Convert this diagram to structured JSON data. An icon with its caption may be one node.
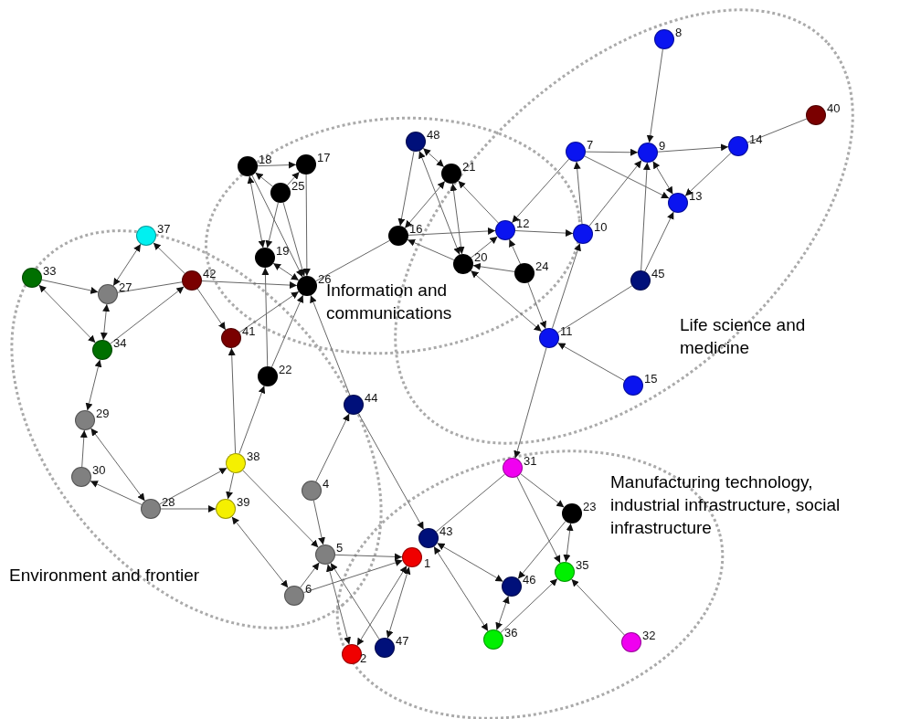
{
  "diagram": {
    "nodes": [
      {
        "text": [],
        "shape": "circle",
        "beside": [
          "8"
        ]
      },
      {
        "text": [],
        "shape": "circle",
        "beside": [
          "40"
        ]
      },
      {
        "text": [],
        "shape": "circle",
        "beside": [
          "48"
        ]
      },
      {
        "text": [],
        "shape": "circle",
        "beside": [
          "14"
        ]
      },
      {
        "text": [],
        "shape": "circle",
        "beside": [
          "7"
        ]
      },
      {
        "text": [],
        "shape": "circle",
        "beside": [
          "9"
        ]
      },
      {
        "text": [],
        "shape": "circle",
        "beside": [
          "17"
        ]
      },
      {
        "text": [],
        "shape": "circle",
        "beside": [
          "18"
        ]
      },
      {
        "text": [],
        "shape": "circle",
        "beside": [
          "21"
        ]
      },
      {
        "text": [],
        "shape": "circle",
        "beside": [
          "25"
        ]
      },
      {
        "text": [],
        "shape": "circle",
        "beside": [
          "13"
        ]
      },
      {
        "text": [],
        "shape": "circle",
        "beside": [
          "12"
        ]
      },
      {
        "text": [],
        "shape": "circle",
        "beside": [
          "10"
        ]
      },
      {
        "text": [],
        "shape": "circle",
        "beside": [
          "16"
        ]
      },
      {
        "text": [],
        "shape": "circle",
        "beside": [
          "37"
        ]
      },
      {
        "text": [],
        "shape": "circle",
        "beside": [
          "19"
        ]
      },
      {
        "text": [],
        "shape": "circle",
        "beside": [
          "20"
        ]
      },
      {
        "text": [],
        "shape": "circle",
        "beside": [
          "24"
        ]
      },
      {
        "text": [],
        "shape": "circle",
        "beside": [
          "33"
        ]
      },
      {
        "text": [],
        "shape": "circle",
        "beside": [
          "42"
        ]
      },
      {
        "text": [],
        "shape": "circle",
        "beside": [
          "45"
        ]
      },
      {
        "text": [],
        "shape": "circle",
        "beside": [
          "26"
        ]
      },
      {
        "text": [],
        "shape": "circle",
        "beside": [
          "27"
        ]
      },
      {
        "text": [],
        "shape": "circle",
        "beside": [
          "41"
        ]
      },
      {
        "text": [],
        "shape": "circle",
        "beside": [
          "11"
        ]
      },
      {
        "text": [],
        "shape": "circle",
        "beside": [
          "34"
        ]
      },
      {
        "text": [],
        "shape": "circle",
        "beside": [
          "22"
        ]
      },
      {
        "text": [],
        "shape": "circle",
        "beside": [
          "15"
        ]
      },
      {
        "text": [],
        "shape": "circle",
        "beside": [
          "44"
        ]
      },
      {
        "text": [],
        "shape": "circle",
        "beside": [
          "29"
        ]
      },
      {
        "text": [],
        "shape": "circle",
        "beside": [
          "38"
        ]
      },
      {
        "text": [],
        "shape": "circle",
        "beside": [
          "31"
        ]
      },
      {
        "text": [],
        "shape": "circle",
        "beside": [
          "30"
        ]
      },
      {
        "text": [],
        "shape": "circle",
        "beside": [
          "4"
        ]
      },
      {
        "text": [],
        "shape": "circle",
        "beside": [
          "28"
        ]
      },
      {
        "text": [],
        "shape": "circle",
        "beside": [
          "39"
        ]
      },
      {
        "text": [],
        "shape": "circle",
        "beside": [
          "23"
        ]
      },
      {
        "text": [],
        "shape": "circle",
        "beside": [
          "43"
        ]
      },
      {
        "text": [],
        "shape": "circle",
        "beside": [
          "5"
        ]
      },
      {
        "text": [],
        "shape": "circle",
        "beside": [
          "1"
        ]
      },
      {
        "text": [],
        "shape": "circle",
        "beside": [
          "35"
        ]
      },
      {
        "text": [],
        "shape": "circle",
        "beside": [
          "46"
        ]
      },
      {
        "text": [],
        "shape": "circle",
        "beside": [
          "6"
        ]
      },
      {
        "text": [],
        "shape": "circle",
        "beside": [
          "36"
        ]
      },
      {
        "text": [],
        "shape": "circle",
        "beside": [
          "32"
        ]
      },
      {
        "text": [],
        "shape": "circle",
        "beside": [
          "47"
        ]
      },
      {
        "text": [],
        "shape": "circle",
        "beside": [
          "2"
        ]
      }
    ],
    "edges": [
      {
        "from": 18,
        "to": 22,
        "arrow": "to"
      },
      {
        "from": 18,
        "to": 25,
        "arrow": "both"
      },
      {
        "from": 14,
        "to": 22,
        "arrow": "both"
      },
      {
        "from": 19,
        "to": 14,
        "arrow": "to"
      },
      {
        "from": 22,
        "to": 19,
        "arrow": "none"
      },
      {
        "from": 22,
        "to": 25,
        "arrow": "both"
      },
      {
        "from": 25,
        "to": 19,
        "arrow": "to"
      },
      {
        "from": 19,
        "to": 23,
        "arrow": "to"
      },
      {
        "from": 19,
        "to": 21,
        "arrow": "to"
      },
      {
        "from": 25,
        "to": 29,
        "arrow": "both"
      },
      {
        "from": 32,
        "to": 29,
        "arrow": "to"
      },
      {
        "from": 29,
        "to": 34,
        "arrow": "both"
      },
      {
        "from": 34,
        "to": 32,
        "arrow": "to"
      },
      {
        "from": 34,
        "to": 30,
        "arrow": "to"
      },
      {
        "from": 34,
        "to": 35,
        "arrow": "to"
      },
      {
        "from": 30,
        "to": 23,
        "arrow": "to"
      },
      {
        "from": 30,
        "to": 26,
        "arrow": "to"
      },
      {
        "from": 30,
        "to": 35,
        "arrow": "to"
      },
      {
        "from": 30,
        "to": 38,
        "arrow": "to"
      },
      {
        "from": 35,
        "to": 42,
        "arrow": "both"
      },
      {
        "from": 42,
        "to": 38,
        "arrow": "to"
      },
      {
        "from": 42,
        "to": 39,
        "arrow": "to"
      },
      {
        "from": 33,
        "to": 28,
        "arrow": "to"
      },
      {
        "from": 33,
        "to": 38,
        "arrow": "to"
      },
      {
        "from": 38,
        "to": 39,
        "arrow": "to"
      },
      {
        "from": 38,
        "to": 46,
        "arrow": "both"
      },
      {
        "from": 45,
        "to": 38,
        "arrow": "to"
      },
      {
        "from": 39,
        "to": 46,
        "arrow": "both"
      },
      {
        "from": 39,
        "to": 45,
        "arrow": "both"
      },
      {
        "from": 28,
        "to": 37,
        "arrow": "to"
      },
      {
        "from": 28,
        "to": 21,
        "arrow": "to"
      },
      {
        "from": 37,
        "to": 43,
        "arrow": "both"
      },
      {
        "from": 37,
        "to": 41,
        "arrow": "both"
      },
      {
        "from": 31,
        "to": 37,
        "arrow": "none"
      },
      {
        "from": 31,
        "to": 36,
        "arrow": "to"
      },
      {
        "from": 31,
        "to": 40,
        "arrow": "to"
      },
      {
        "from": 36,
        "to": 40,
        "arrow": "both"
      },
      {
        "from": 36,
        "to": 41,
        "arrow": "to"
      },
      {
        "from": 43,
        "to": 41,
        "arrow": "both"
      },
      {
        "from": 43,
        "to": 40,
        "arrow": "to"
      },
      {
        "from": 44,
        "to": 40,
        "arrow": "to"
      },
      {
        "from": 24,
        "to": 31,
        "arrow": "to"
      },
      {
        "from": 27,
        "to": 24,
        "arrow": "to"
      },
      {
        "from": 20,
        "to": 24,
        "arrow": "none"
      },
      {
        "from": 24,
        "to": 12,
        "arrow": "to"
      },
      {
        "from": 16,
        "to": 24,
        "arrow": "both"
      },
      {
        "from": 17,
        "to": 24,
        "arrow": "to"
      },
      {
        "from": 17,
        "to": 11,
        "arrow": "to"
      },
      {
        "from": 17,
        "to": 16,
        "arrow": "to"
      },
      {
        "from": 16,
        "to": 11,
        "arrow": "to"
      },
      {
        "from": 11,
        "to": 8,
        "arrow": "to"
      },
      {
        "from": 13,
        "to": 11,
        "arrow": "to"
      },
      {
        "from": 11,
        "to": 12,
        "arrow": "to"
      },
      {
        "from": 4,
        "to": 11,
        "arrow": "to"
      },
      {
        "from": 12,
        "to": 4,
        "arrow": "to"
      },
      {
        "from": 12,
        "to": 5,
        "arrow": "to"
      },
      {
        "from": 4,
        "to": 5,
        "arrow": "to"
      },
      {
        "from": 4,
        "to": 10,
        "arrow": "to"
      },
      {
        "from": 5,
        "to": 10,
        "arrow": "both"
      },
      {
        "from": 0,
        "to": 5,
        "arrow": "to"
      },
      {
        "from": 5,
        "to": 3,
        "arrow": "to"
      },
      {
        "from": 3,
        "to": 10,
        "arrow": "to"
      },
      {
        "from": 1,
        "to": 3,
        "arrow": "none"
      },
      {
        "from": 20,
        "to": 5,
        "arrow": "to"
      },
      {
        "from": 20,
        "to": 10,
        "arrow": "to"
      },
      {
        "from": 2,
        "to": 8,
        "arrow": "both"
      },
      {
        "from": 2,
        "to": 13,
        "arrow": "to"
      },
      {
        "from": 2,
        "to": 16,
        "arrow": "both"
      },
      {
        "from": 8,
        "to": 16,
        "arrow": "both"
      },
      {
        "from": 8,
        "to": 13,
        "arrow": "both"
      },
      {
        "from": 16,
        "to": 13,
        "arrow": "to"
      },
      {
        "from": 13,
        "to": 21,
        "arrow": "none"
      },
      {
        "from": 7,
        "to": 6,
        "arrow": "to"
      },
      {
        "from": 9,
        "to": 6,
        "arrow": "to"
      },
      {
        "from": 9,
        "to": 7,
        "arrow": "to"
      },
      {
        "from": 7,
        "to": 15,
        "arrow": "both"
      },
      {
        "from": 7,
        "to": 21,
        "arrow": "to"
      },
      {
        "from": 9,
        "to": 15,
        "arrow": "to"
      },
      {
        "from": 9,
        "to": 21,
        "arrow": "to"
      },
      {
        "from": 6,
        "to": 21,
        "arrow": "to"
      },
      {
        "from": 15,
        "to": 21,
        "arrow": "both"
      },
      {
        "from": 26,
        "to": 15,
        "arrow": "to"
      },
      {
        "from": 26,
        "to": 21,
        "arrow": "to"
      },
      {
        "from": 23,
        "to": 21,
        "arrow": "to"
      }
    ],
    "labels": [
      "Information and communications",
      "Life science and medicine",
      "Manufacturing technology, industrial infrastructure, social infrastructure",
      "Environment and frontier"
    ]
  }
}
